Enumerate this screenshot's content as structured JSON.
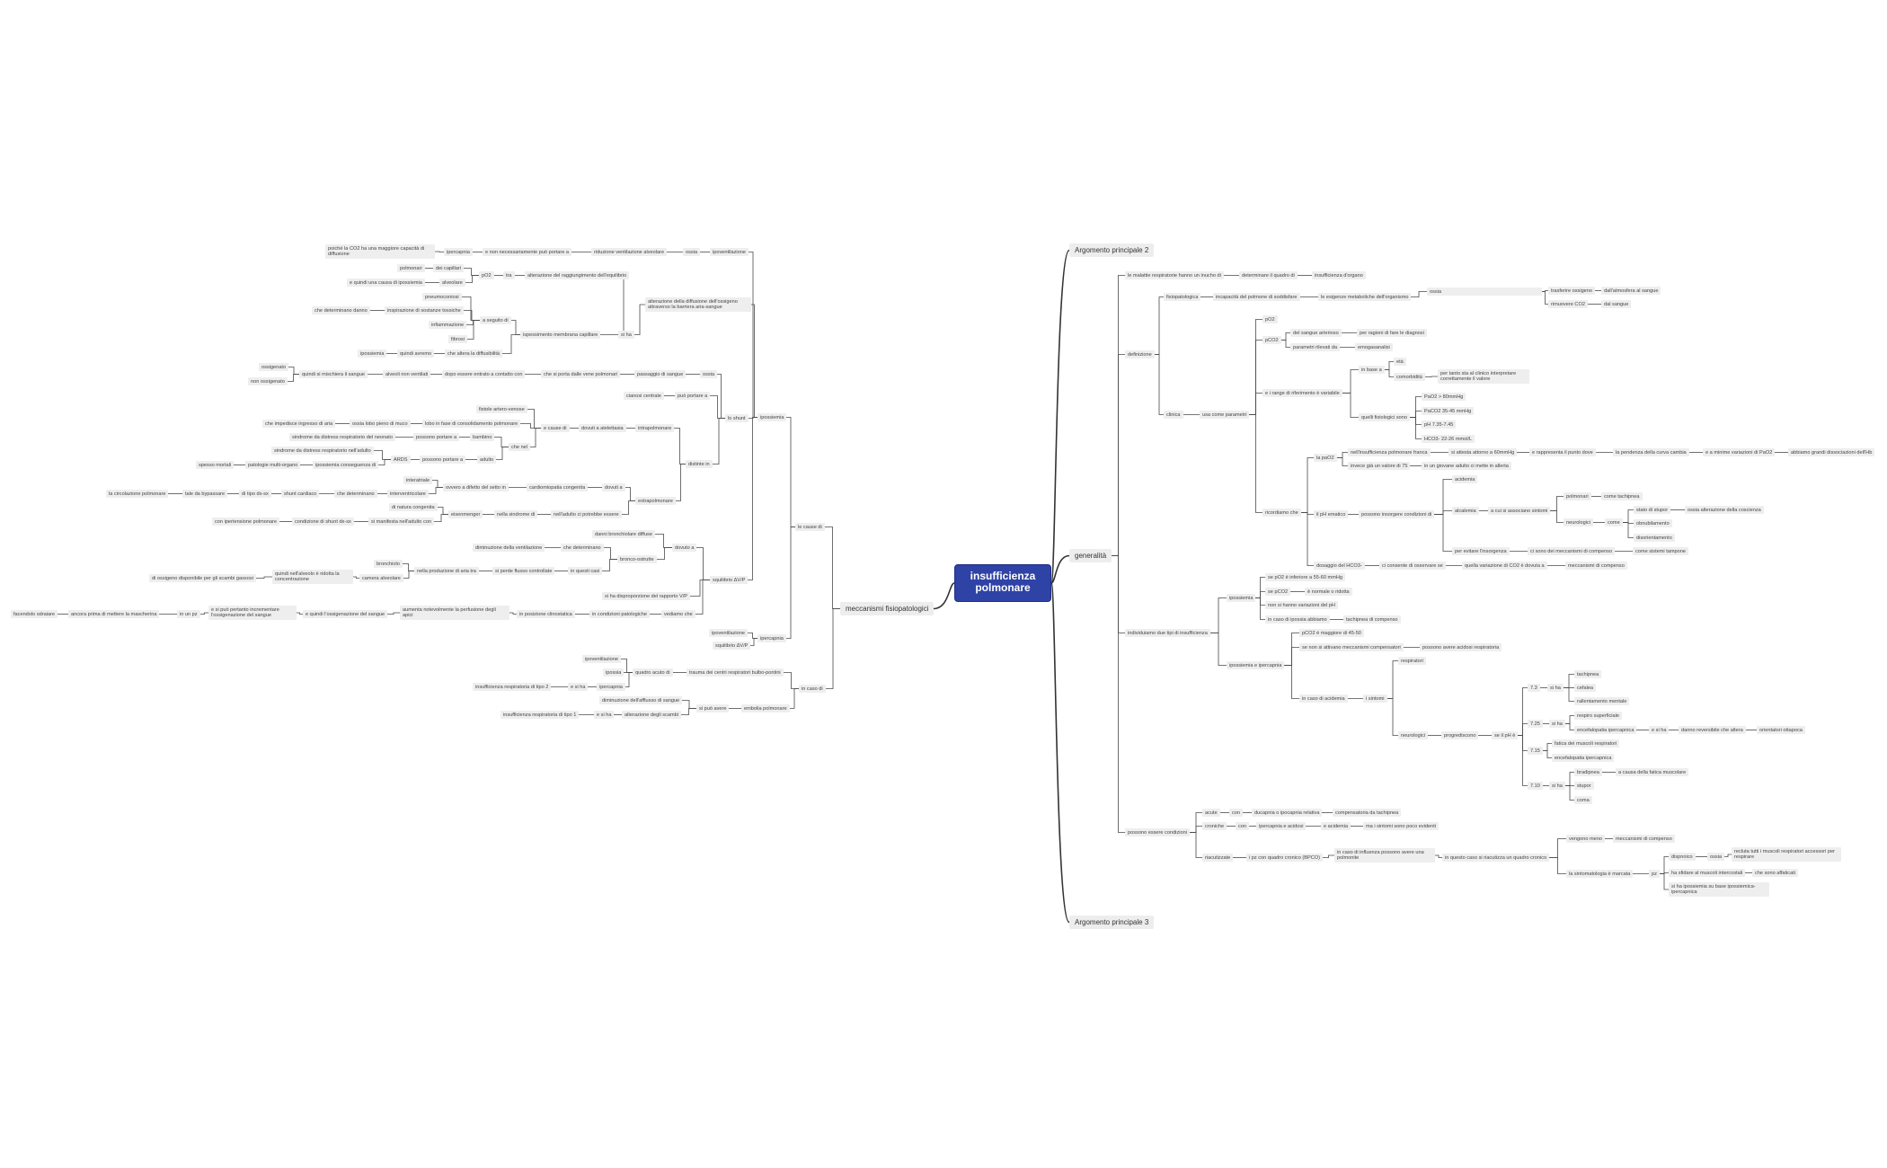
{
  "mindmap": {
    "root": {
      "label": "insufficienza polmonare"
    },
    "topics": [
      {
        "id": "arg2",
        "label": "Argomento principale 2"
      },
      {
        "id": "generalita",
        "label": "generalità"
      },
      {
        "id": "arg3",
        "label": "Argomento principale 3"
      },
      {
        "id": "meccanismi",
        "label": "meccanismi fisiopatologici"
      }
    ],
    "right": {
      "malattie": "le malattie respiratorie hanno un inucho di",
      "determinare": "determinare il quadro di",
      "insuff_organo": "insufficienza d'organo",
      "definizione": "definizione",
      "fisiopatologica": "fisiopatologica",
      "incapacita": "incapacità del polmone di soddisfare",
      "esigenze": "le esigenze metaboliche dell'organismo",
      "ossia": "ossia",
      "trasferire": "trasferire ossigeno",
      "dall_atmosfera": "dall'atmosfera al sangue",
      "rimuovere": "rimuovere CO2",
      "dal_sangue": "dal sangue",
      "clinica": "clinica",
      "usa_come": "usa come parametri",
      "pO2": "pO2",
      "pCO2": "pCO2",
      "del_sangue_art": "del sangue arterioso",
      "per_ragioni": "per ragioni di fare le diagnosi",
      "parametri_rilevati": "parametri rilevati da",
      "emogasanalisi": "emogasanalisi",
      "range": "e i range di riferimento è variabile",
      "in_base_a": "in base a",
      "eta": "età",
      "comorbidita": "comorbidità",
      "per_tanto": "per tanto sta al clinico interpretare correttamente il valore",
      "quelli_fisiologici": "quelli fisiologici sono",
      "paO2": "PaO2 > 80mmHg",
      "paCO2": "PaCO2 35-45 mmHg",
      "ph": "pH 7.35-7.45",
      "hco3": "HCO3- 22-26 mmol/L",
      "la_paO2": "la paO2",
      "nell_insufficienza": "nell'insufficienza polmonare franca",
      "si_attesta": "si attesta attorno a 60mmHg",
      "e_rappresenta": "e rappresenta il punto dove",
      "la_pendenza": "la pendenza della curva cambia",
      "e_a_minime": "e a minime variazioni di PaO2",
      "abbiamo_grandi": "abbiamo grandi dissociazioni dell'Hb",
      "invece_gia": "invece già un valore di 75",
      "in_un_giovane": "in un giovane adulto ci mette in allerta",
      "ricordiamo": "ricordiamo che",
      "il_ph_ematico": "il pH ematico",
      "possono_insorgere": "possono insorgere condizioni di",
      "acidemia": "acidemia",
      "alcalemia": "alcalemia",
      "a_cui_si": "a cui si associano sintomi",
      "polmonari": "polmonari",
      "come_tachipnea": "come tachipnea",
      "neurologici": "neurologici",
      "come": "come",
      "stato_di_stupor": "stato di stupor",
      "ossia_alterazione": "ossia alterazione della coscienza",
      "obnubilamento": "obnubilamento",
      "disorientamento": "disorientamento",
      "per_evitare": "per evitare l'insorgenza",
      "ci_sono_dei": "ci sono dei meccanismi di compenso",
      "come_sistemi": "come sistemi tampone",
      "dosaggio_hco3": "dosaggio del HCO3-",
      "ci_consente": "ci consente di osservare se",
      "quella_variazione": "quella variazione di CO2 è dovuta a",
      "meccanismi_compenso": "meccanismi di compenso",
      "individuiamo": "individuiamo due tipi di insufficienza",
      "ipossiemia": "ipossiemia",
      "se_pO2_inf": "se pO2 è inferiore a 55-60 mmHg",
      "se_pCO2": "se pCO2",
      "e_normale": "è normale o ridotta",
      "non_si_hanno": "non si hanno variazioni del pH",
      "in_caso_ipossia": "in caso di ipossia abbiamo",
      "tachipnea_compenso": "tachipnea di compenso",
      "ipossiemia_ipercapnia": "ipossiemia e ipercapnia",
      "pCO2_maggiore": "pCO2 è maggiore di 45-50",
      "se_non_si": "se non si attivano meccanismi compensatori",
      "possono_avere": "possono avere acidosi respiratoria",
      "in_caso_acidemia": "in caso di acidemia",
      "i_sintomi": "i sintomi",
      "respiratori": "respiratori",
      "neurologici2": "neurologici",
      "progrediscono": "progrediscono",
      "se_il_ph": "se il pH è",
      "p73": "7.3",
      "si_ha_a": "si ha",
      "tachipnea": "tachipnea",
      "cefalea": "cefalea",
      "rallentamento": "rallentamento mentale",
      "p725": "7.25",
      "si_ha_b": "si ha",
      "respiro_superficiale": "respiro superficiale",
      "encefalopatia": "encefalopatia ipercapnica",
      "e_si_ha": "e si ha",
      "danno_reversibile": "danno reversibile che altera",
      "orientatori": "orientatori ottapoca",
      "p715": "7.15",
      "fatica_muscoli": "fatica dei muscoli respiratori",
      "encefalopatia2": "encefalopatia ipercapnica",
      "p710": "7.10",
      "si_ha_c": "si ha",
      "bradipnea": "bradipnea",
      "a_causa": "a causa della fatica muscolare",
      "stupor": "stupor",
      "coma": "coma",
      "possono_essere": "possono essere condizioni",
      "acute": "acute",
      "con_a": "con",
      "ducapnia": "ducapnia o ipocapnia relativa",
      "compensatoria": "compensatoria da tachipnea",
      "croniche": "croniche",
      "con_b": "con",
      "ipercapnia_acidosi": "ipercapnia e acidosi",
      "e_acidemia": "e acidemia",
      "ma_i_sintomi": "ma i sintomi sono poco evidenti",
      "riacutizzate": "riacutizzate",
      "i_pz_con": "i pz con quadro cronico (BPCO)",
      "in_caso_infl": "in caso di influenza possono avere una polmonite",
      "in_questo_caso": "in questo caso si riacutizza un quadro cronico",
      "vengono_meno": "vengono meno",
      "meccanismi_compenso2": "meccanismi di compenso",
      "la_sintomatologia": "la sintomatologia è marcata",
      "pz": "pz",
      "dispnoico": "dispnoico",
      "recluta_tutti": "recluta tutti i muscoli respiratori accessori per respirare",
      "ha_sfidare": "ha sfidare al muscoli intercostali",
      "che_sono": "che sono affaticati",
      "si_ha_ipossiemia": "si ha ipossiemia su base ipossiemica-ipercapnica"
    },
    "left": {
      "ipoventilazione": "ipoventilazione",
      "ossia_a": "ossia",
      "riduzione_vent": "riduzione ventilazione alveolare",
      "e_non_nec": "e non necessariamente può portare a",
      "ipercapnia_a": "ipercapnia",
      "poiche_co2": "poiché la CO2 ha una maggiore capacità di diffusione",
      "ipossiemia_b": "ipossiemia",
      "alterazione_diff": "alterazione della diffusione dell'ossigeno attraverso la barriera aria-sangue",
      "si_ha_d": "si ha",
      "alterazione_ragg": "alterazione del raggiungimento dell'equilibrio",
      "tra": "tra",
      "pO2b": "pO2",
      "dei_capillari": "dei capillari",
      "polmonari2": "polmonari",
      "alveolare": "alveolare",
      "e_quindi": "e quindi una causa di ipossiemia",
      "ispessimento": "ispessimento membrana capillare",
      "a_seguito": "a seguito di",
      "pneumoconiosi": "pneumoconiosi",
      "inspirazione": "inspirazione di sostanze tossiche",
      "che_determ_danno": "che determinano danno",
      "infiammazione": "infiammazione",
      "fibrosi": "fibrosi",
      "quindi_avremo": "quindi avremo",
      "che_altera": "che altera la diffusibilità",
      "ipossiemia_c": "ipossiemia",
      "shunt": "lo shunt",
      "ossia_b": "ossia",
      "passaggio": "passaggio di sangue",
      "che_si_porta": "che si porta dalle vene polmonari",
      "dopo_essere": "dopo essere entrato a contatto con",
      "alveoli_non": "alveoli non ventilati",
      "quindi_si_mischia": "quindi si mischiera il sangue",
      "ossigenato": "ossigenato",
      "non_ossigenato": "non ossigenato",
      "puo_portare": "può portare a",
      "cianosi": "cianosi centrale",
      "distinte_in": "distinte in",
      "intrapolmonare": "intrapolmonare",
      "dovuti_atelettasia": "dovuti a atelettasia",
      "e_cause_di": "e cause di",
      "fistole": "fistole artero-venose",
      "lobo_in_fase": "lobo in fase di consolidamento polmonare",
      "ossia_lobo": "ossia lobo pieno di muco",
      "che_impedisce": "che impedisce ingresso di aria",
      "che_nel": "che nel",
      "bambino": "bambino",
      "possono_portare_a": "possono portare a",
      "sindrome_distress_neonato": "sindrome da distress respiratorio del neonato",
      "adulto": "adulto",
      "possono_portare_b": "possono portare a",
      "ards": "ARDS",
      "sindrome_distress_adulto": "sindrome da distress respiratorio nell'adulto",
      "ipossiemia_conseguenza": "ipossiemia conseguenza di",
      "patologie_multi": "patologie multi-organo",
      "spesso_mortali": "spesso mortali",
      "extrapolmonare": "extrapolmonare",
      "dovuti_b": "dovuti a",
      "cardiomiopatia": "cardiomiopatia congenita",
      "ovvero_difetto": "ovvero a difetto del setto in",
      "interatriale": "interatriale",
      "interventricolare": "interventricolare",
      "che_determinano": "che determinano",
      "shunt_cardiaco": "shunt cardiaco",
      "di_tipo_dx": "di tipo dx-sx",
      "tale_da": "tale da bypassare",
      "la_circolazione": "la circolazione polmonare",
      "nell_adulto": "nell'adulto ci potrebbe essere",
      "nella_sindrome": "nella sindrome di",
      "eisenmenger": "eisenmenger",
      "di_natura": "di natura congenita",
      "si_manifesta": "si manifesta nell'adulto con",
      "condizione_shunt": "condizione di shunt dx-sx",
      "con_ipertensione": "con ipertensione polmonare",
      "squilibrio": "squilibrio ΔV/P",
      "dovuto_a": "dovuto a",
      "danni_bronchiolare": "danni bronchiolare diffuse",
      "bronco_ostruttive": "bronco-ostrutte",
      "diminuzione_ventilazione": "diminuzione della ventilazione",
      "che_determinano2": "che determinano",
      "in_questi_casi": "in questi casi",
      "si_perde": "si perde flusso controllate",
      "nella_produzione": "nella produzione di aria tra",
      "bronchiolo": "bronchiolo",
      "camera_alveolare": "camera alveolare",
      "quindi_nell_alveolo": "quindi nell'alveolo è ridotta la concentrazione",
      "di_ossigeno": "di ossigeno disponibile per gli scambi gassosi",
      "si_ha_disp": "si ha disproporzione del rapporto V/P",
      "vediamo_che": "vediamo che",
      "in_condizioni": "in condizioni patologiche",
      "in_posizione": "in posizione clinostatica",
      "aumenta_notevolmente": "aumenta notevolmente la perfusione degli apici",
      "e_quindi_ossig": "e quindi l'ossigenazione del sangue",
      "e_si_puo": "e si può pertanto incrementare l'ossigenazione del sangue",
      "in_un_pz": "in un pz",
      "ancora_prima": "ancora prima di mettere la mascherina",
      "facendolo_sdraiare": "facendolo sdraiare",
      "ipossiemia_d": "ipossiemia",
      "ipercapnia_b": "ipercapnia",
      "ipoventilazione2": "ipoventilazione",
      "squilibrio2": "squilibrio ΔV/P",
      "le_cause_di": "le cause di",
      "in_caso_di": "in caso di",
      "trauma": "trauma dei centri respiratori bulbo-pontini",
      "quadro_acuto": "quadro acuto di",
      "ipoventilazione3": "ipoventilazione",
      "ipossia": "ipossia",
      "ipercapnia_c": "ipercapnia",
      "e_si_ha2": "e si ha",
      "insuff_tipo2": "insufficienza respiratoria di tipo 2",
      "embolia": "embolia polmonare",
      "si_puo_avere": "si può avere",
      "diminuzione_afflusso": "diminuzione dell'afflusso di sangue",
      "alterazione_scambi": "alterazione degli scambi",
      "e_si_ha3": "e si ha",
      "insuff_tipo1": "insufficienza respiratoria di tipo 1"
    }
  }
}
